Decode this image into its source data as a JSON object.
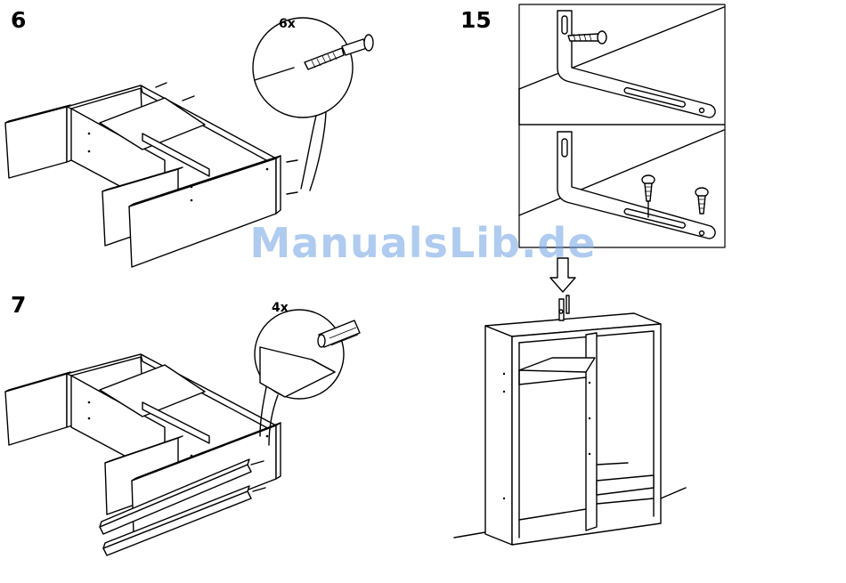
{
  "steps": [
    {
      "number": "6",
      "quantity": "6x"
    },
    {
      "number": "7",
      "quantity": "4x"
    },
    {
      "number": "15"
    }
  ],
  "watermark": "ManualsLib.de"
}
